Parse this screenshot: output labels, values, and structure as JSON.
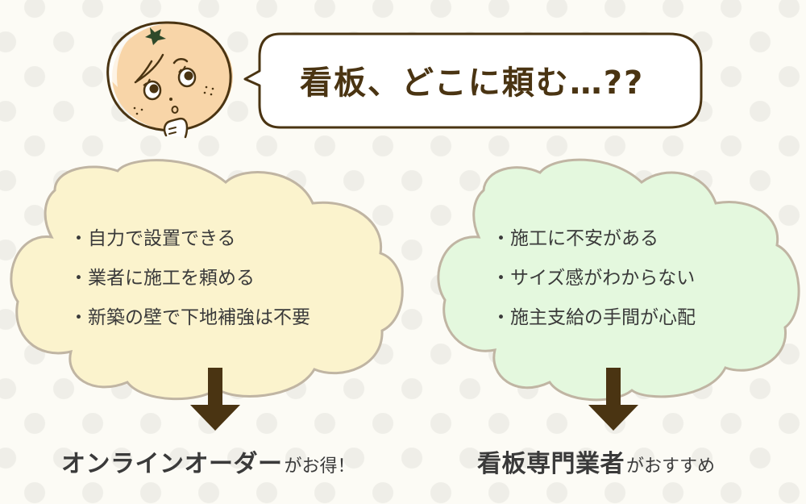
{
  "header": {
    "speech_bubble_text": "看板、どこに頼む…??",
    "character": "orange-face-thinking"
  },
  "left_option": {
    "cloud_color": "#fbf3cd",
    "items": [
      "自力で設置できる",
      "業者に施工を頼める",
      "新築の壁で下地補強は不要"
    ],
    "result_main": "オンラインオーダー",
    "result_suffix": "がお得！"
  },
  "right_option": {
    "cloud_color": "#e4f8de",
    "items": [
      "施工に不安がある",
      "サイズ感がわからない",
      "施主支給の手間が心配"
    ],
    "result_main": "看板専門業者",
    "result_suffix": "がおすすめ"
  },
  "colors": {
    "background": "#fcfbf5",
    "dots": "#efeee8",
    "outline_brown": "#4a3412",
    "cloud_border": "#c0b5a3",
    "arrow": "#4a3412",
    "text": "#3a3a3a",
    "face_fill": "#f8d5a8",
    "leaf": "#2f4a2a"
  }
}
